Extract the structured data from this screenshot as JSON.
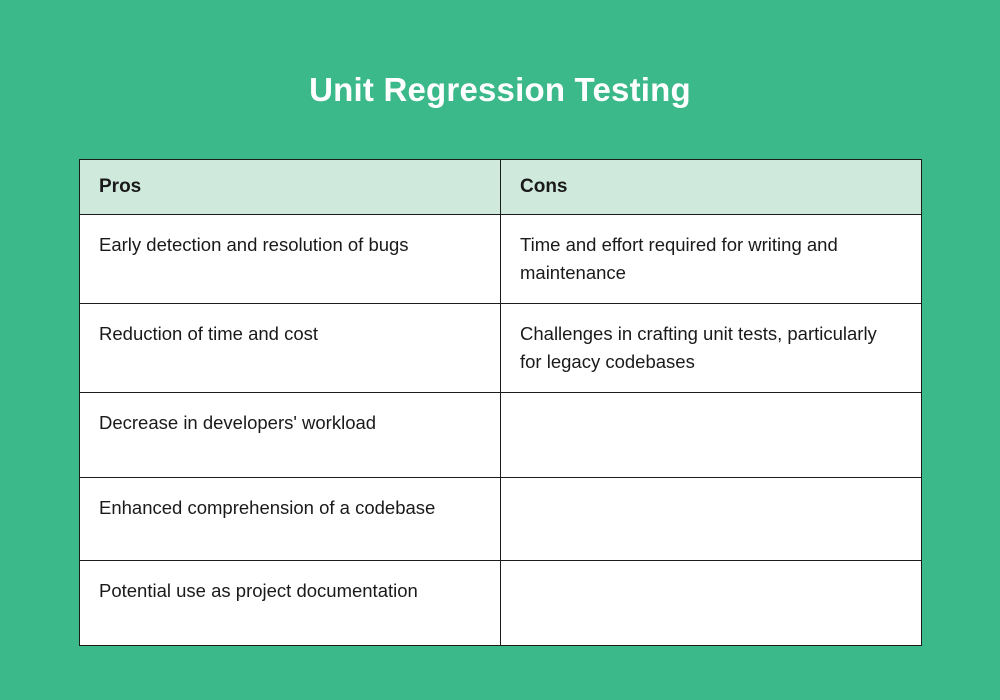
{
  "theme": {
    "background_color": "#3bb98a",
    "title_color": "#ffffff",
    "header_row_color": "#cfe9dd",
    "cell_background_color": "#ffffff",
    "border_color": "#1c1c1c",
    "text_color": "#1a1a1a"
  },
  "title": "Unit Regression Testing",
  "table": {
    "columns": [
      {
        "key": "pros",
        "label": "Pros"
      },
      {
        "key": "cons",
        "label": "Cons"
      }
    ],
    "rows": [
      {
        "pros": "Early detection and resolution of bugs",
        "cons": "Time and effort required for writing and maintenance"
      },
      {
        "pros": "Reduction of time and cost",
        "cons": "Challenges in crafting unit tests, particularly for legacy codebases"
      },
      {
        "pros": "Decrease in developers' workload",
        "cons": ""
      },
      {
        "pros": "Enhanced comprehension of a codebase",
        "cons": ""
      },
      {
        "pros": "Potential use as project documentation",
        "cons": ""
      }
    ]
  }
}
